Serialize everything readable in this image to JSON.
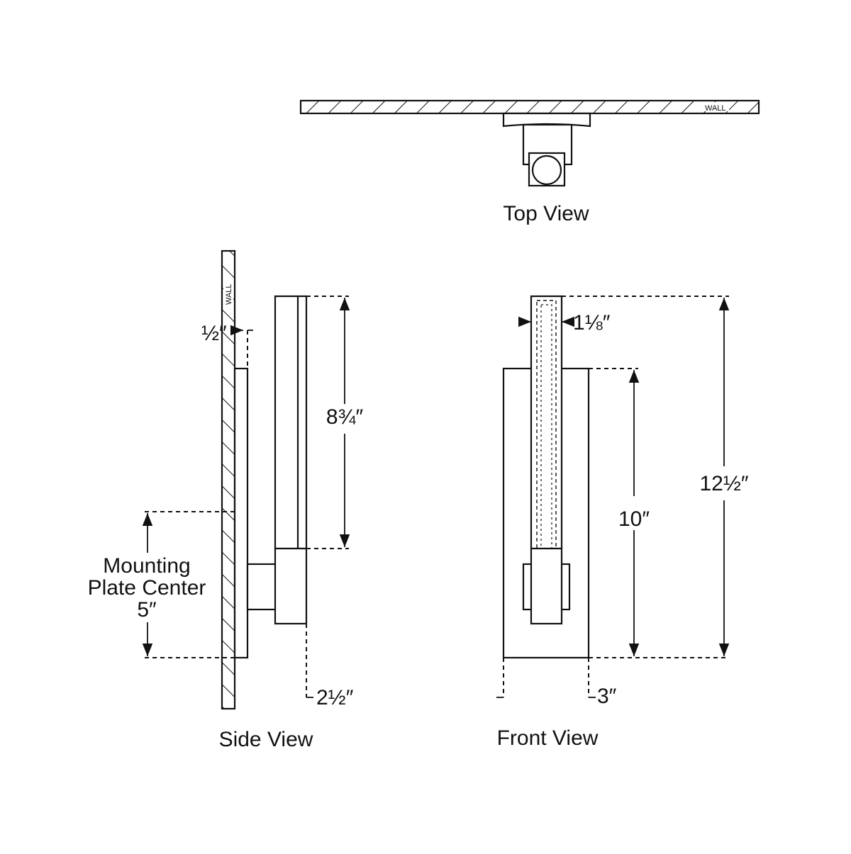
{
  "views": {
    "top": "Top View",
    "side": "Side View",
    "front": "Front View"
  },
  "wall_label": "WALL",
  "dimensions": {
    "half_inch": "½″",
    "eight_three_quarter": "8¾″",
    "mounting_line1": "Mounting",
    "mounting_line2": "Plate Center",
    "mounting_value": "5″",
    "two_half": "2½″",
    "one_eighth": "1⅛″",
    "ten": "10″",
    "twelve_half": "12½″",
    "three": "3″"
  }
}
